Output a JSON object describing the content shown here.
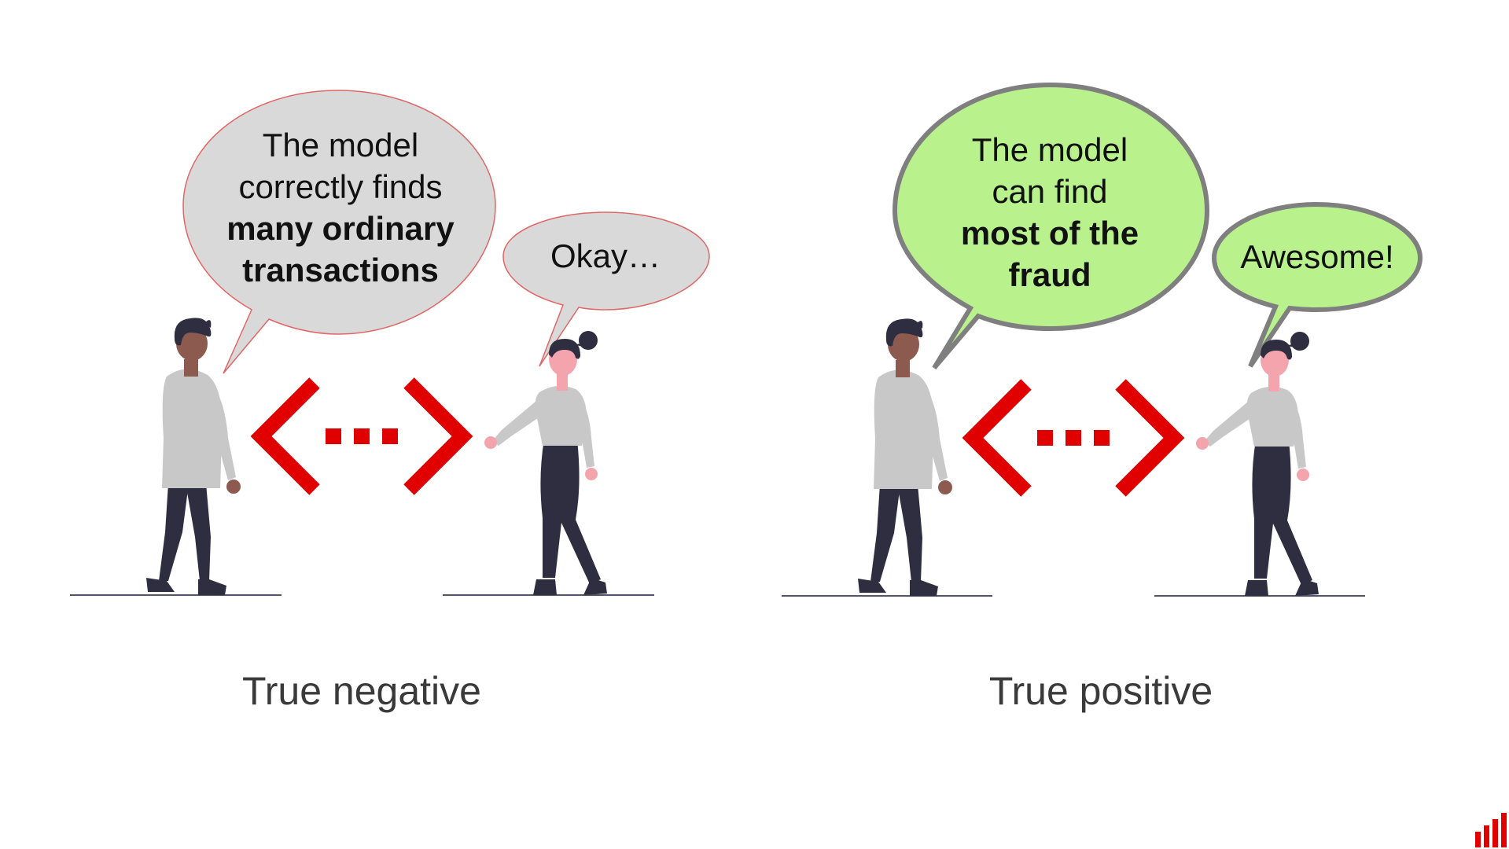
{
  "colors": {
    "background": "#ffffff",
    "neutral_bubble_fill": "#d9d9d9",
    "neutral_bubble_stroke": "#e06666",
    "positive_bubble_fill": "#b9f28c",
    "positive_bubble_stroke": "#7f7f7f",
    "arrow_red": "#e00000",
    "shirt_gray": "#c8c8c8",
    "pants_dark": "#2f2e41",
    "skin_dark": "#8c5a4e",
    "skin_light": "#f4a4ac",
    "hair_dark": "#2f2e41",
    "ground_line": "#55546a",
    "logo_red": "#e00000"
  },
  "scenes": [
    {
      "id": "true-negative",
      "speaker_bubble": {
        "line1": "The model",
        "line2": "correctly finds",
        "bold1": "many ordinary",
        "bold2": "transactions"
      },
      "listener_bubble": {
        "text": "Okay…"
      },
      "caption": "True negative",
      "icons": [
        "man-standing-icon",
        "woman-walking-icon",
        "left-chevron-icon",
        "right-chevron-icon",
        "dots-icon"
      ]
    },
    {
      "id": "true-positive",
      "speaker_bubble": {
        "line1": "The model",
        "line2": "can find",
        "bold1": "most of the",
        "bold2": "fraud"
      },
      "listener_bubble": {
        "text": "Awesome!"
      },
      "caption": "True positive",
      "icons": [
        "man-standing-icon",
        "woman-walking-icon",
        "left-chevron-icon",
        "right-chevron-icon",
        "dots-icon"
      ]
    }
  ],
  "logo": {
    "icon": "bar-chart-logo-icon"
  }
}
